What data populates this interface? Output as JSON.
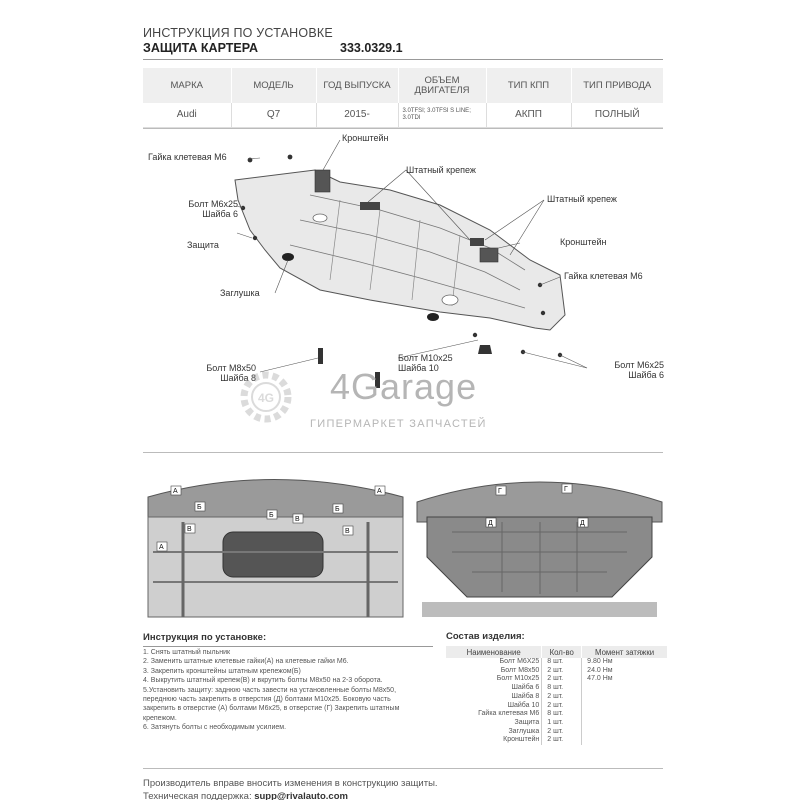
{
  "header": {
    "title": "ИНСТРУКЦИЯ ПО УСТАНОВКЕ",
    "subtitle": "ЗАЩИТА КАРТЕРА",
    "code": "333.0329.1"
  },
  "spec_table": {
    "columns": [
      "МАРКА",
      "МОДЕЛЬ",
      "ГОД ВЫПУСКА",
      "ОБЪЕМ ДВИГАТЕЛЯ",
      "ТИП КПП",
      "ТИП ПРИВОДА"
    ],
    "row": [
      "Audi",
      "Q7",
      "2015-",
      "3.0TFSI; 3.0TFSI S LINE; 3.0TDI",
      "АКПП",
      "ПОЛНЫЙ"
    ]
  },
  "diagram_labels": {
    "kronshtein_top": "Кронштейн",
    "gaika_left": "Гайка клетевая М6",
    "shtatny_1": "Штатный крепеж",
    "shtatny_2": "Штатный крепеж",
    "bolt_m6_left_1": "Болт М6х25",
    "bolt_m6_left_2": "Шайба 6",
    "zashchita": "Защита",
    "kronshtein_right": "Кронштейн",
    "gaika_right": "Гайка клетевая М6",
    "zaglushka": "Заглушка",
    "bolt_m10_1": "Болт М10х25",
    "bolt_m10_2": "Шайба 10",
    "bolt_m6_right_1": "Болт М6х25",
    "bolt_m6_right_2": "Шайба 6",
    "bolt_m8_1": "Болт М8х50",
    "bolt_m8_2": "Шайба 8"
  },
  "watermark": {
    "logo": "4G",
    "brand": "4Garage",
    "tagline": "ГИПЕРМАРКЕТ ЗАПЧАСТЕЙ"
  },
  "photo_markers": {
    "left": [
      "А",
      "Б",
      "В",
      "А",
      "Б",
      "В",
      "А",
      "Б",
      "В"
    ],
    "right": [
      "Г",
      "Д",
      "Г",
      "Д"
    ]
  },
  "instructions": {
    "title": "Инструкция по установке:",
    "steps": [
      "1. Снять штатный пыльник",
      "2. Заменить штатные клетевые гайки(А) на клетевые гайки М6.",
      "3. Закрепить кронштейны штатным крепежом(Б)",
      "4. Выкрутить штатный крепеж(В) и вкрутить болты М8х50 на 2-3 оборота.",
      "5.Установить защиту: заднюю часть завести на установленные болты М8х50,",
      "переднюю часть закрепить в отверстия (Д) болтами М10х25. Боковую часть",
      "закрепить в отверстие (А) болтами М6х25, в отверстие (Г) Закрепить штатным",
      "крепежом.",
      "6. Затянуть болты с необходимым усилием."
    ]
  },
  "components": {
    "title": "Состав изделия:",
    "headers": [
      "Наименование",
      "Кол-во",
      "Момент затяжки"
    ],
    "rows": [
      {
        "name": "Болт М6Х25",
        "qty": "8 шт.",
        "torque": "9.80 Нм"
      },
      {
        "name": "Болт М8х50",
        "qty": "2 шт.",
        "torque": "24.0 Нм"
      },
      {
        "name": "Болт М10х25",
        "qty": "2 шт.",
        "torque": "47.0 Нм"
      },
      {
        "name": "Шайба 6",
        "qty": "8 шт.",
        "torque": ""
      },
      {
        "name": "Шайба 8",
        "qty": "2 шт.",
        "torque": ""
      },
      {
        "name": "Шайба 10",
        "qty": "2 шт.",
        "torque": ""
      },
      {
        "name": "Гайка клетевая М6",
        "qty": "8 шт.",
        "torque": ""
      },
      {
        "name": "Защита",
        "qty": "1 шт.",
        "torque": ""
      },
      {
        "name": "Заглушка",
        "qty": "2 шт.",
        "torque": ""
      },
      {
        "name": "Кронштейн",
        "qty": "2 шт.",
        "torque": ""
      }
    ]
  },
  "footer": {
    "line1": "Производитель вправе вносить изменения в конструкцию защиты.",
    "line2_label": "Техническая поддержка:",
    "email": "supp@rivalauto.com"
  }
}
